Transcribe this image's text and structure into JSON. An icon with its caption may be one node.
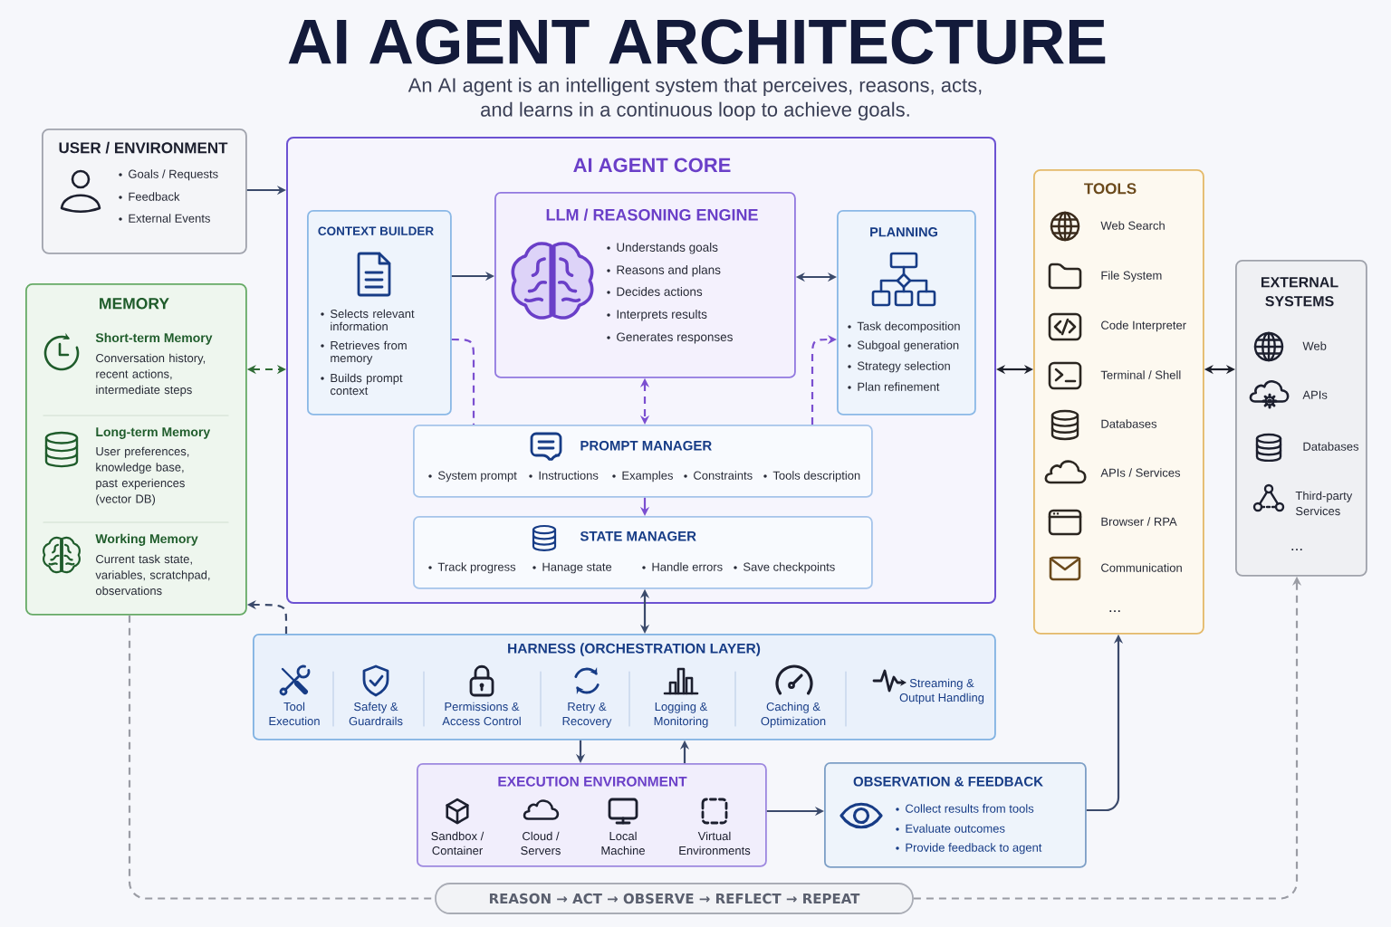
{
  "diagram": {
    "title": "AI AGENT ARCHITECTURE",
    "nodes": [
      {
        "text": [
          "USER / ENVIRONMENT",
          "Goals / Requests",
          "Feedback",
          "External Events"
        ]
      },
      {
        "text": [
          "MEMORY",
          "Short-term Memory",
          "Conversation history, recent actions, intermediate steps",
          "Long-term Memory",
          "User preferences, knowledge base, past experiences (vector DB)",
          "Working Memory",
          "Current task state, variables, scratchpad, observations"
        ]
      },
      {
        "text": [
          "AI AGENT CORE"
        ]
      },
      {
        "text": [
          "CONTEXT BUILDER",
          "Selects relevant information",
          "Retrieves from memory",
          "Builds prompt context"
        ],
        "in": 2
      },
      {
        "text": [
          "LLM / REASONING ENGINE",
          "Understands goals",
          "Reasons and plans",
          "Decides actions",
          "Interprets results",
          "Generates responses"
        ],
        "in": 2
      },
      {
        "text": [
          "PLANNING",
          "Task decomposition",
          "Subgoal generation",
          "Strategy selection",
          "Plan refinement"
        ],
        "in": 2
      },
      {
        "text": [
          "PROMPT MANAGER",
          "System prompt",
          "Instructions",
          "Examples",
          "Constraints",
          "Tools description"
        ],
        "in": 2
      },
      {
        "text": [
          "STATE MANAGER",
          "Track progress",
          "Hanage state",
          "Handle errors",
          "Save checkpoints"
        ],
        "in": 2
      },
      {
        "text": [
          "TOOLS",
          "Web Search",
          "File System",
          "Code Interpreter",
          "Terminal / Shell",
          "Databases",
          "APIs / Services",
          "Browser / RPA",
          "Communication",
          "..."
        ]
      },
      {
        "text": [
          "EXTERNAL SYSTEMS",
          "Web",
          "APIs",
          "Databases",
          "Third-party Services",
          "..."
        ]
      },
      {
        "text": [
          "HARNESS (ORCHESTRATION LAYER)",
          "Tool Execution",
          "Safety & Guardrails",
          "Permissions & Access Control",
          "Retry & Recovery",
          "Logging & Monitoring",
          "Caching & Optimization",
          "Streaming & Output Handling"
        ]
      },
      {
        "text": [
          "EXECUTION ENVIRONMENT",
          "Sandbox / Container",
          "Cloud / Servers",
          "Local Machine",
          "Virtual Environments"
        ]
      },
      {
        "text": [
          "OBSERVATION & FEEDBACK",
          "Collect results from tools",
          "Evaluate outcomes",
          "Provide feedback to agent"
        ]
      },
      {
        "text": [
          "REASON → ACT → OBSERVE → REFLECT → REPEAT"
        ]
      }
    ],
    "edges": [
      {
        "from": 0,
        "to": 2,
        "arrow": "to"
      },
      {
        "from": 1,
        "to": 2,
        "arrow": "both",
        "style": "dashed",
        "color": "#2f6b35"
      },
      {
        "from": 3,
        "to": 4,
        "arrow": "to"
      },
      {
        "from": 4,
        "to": 5,
        "arrow": "both"
      },
      {
        "from": 4,
        "to": 6,
        "arrow": "both",
        "style": "dashed",
        "color": "#7b4fd0"
      },
      {
        "from": 3,
        "to": 6,
        "arrow": "none",
        "style": "dashed",
        "color": "#7b4fd0"
      },
      {
        "from": 6,
        "to": 5,
        "arrow": "to",
        "style": "dashed",
        "color": "#7b4fd0"
      },
      {
        "from": 6,
        "to": 7,
        "arrow": "to",
        "color": "#7b4fd0"
      },
      {
        "from": 7,
        "to": 10,
        "arrow": "both"
      },
      {
        "from": 10,
        "to": 11,
        "arrow": "to"
      },
      {
        "from": 11,
        "to": 10,
        "arrow": "to"
      },
      {
        "from": 11,
        "to": 12,
        "arrow": "to"
      },
      {
        "from": 12,
        "to": 8,
        "arrow": "to"
      },
      {
        "from": 2,
        "to": 8,
        "arrow": "both",
        "color": "#1c1f2a"
      },
      {
        "from": 8,
        "to": 9,
        "arrow": "both",
        "color": "#1c1f2a"
      },
      {
        "from": 10,
        "to": 1,
        "arrow": "to",
        "style": "dashed"
      },
      {
        "from": 1,
        "to": 13,
        "arrow": "none",
        "style": "dashed",
        "color": "#9a9ca4"
      },
      {
        "from": 13,
        "to": 9,
        "arrow": "to",
        "style": "dashed",
        "color": "#9a9ca4"
      }
    ],
    "labels": [
      "An AI agent is an intelligent system that perceives, reasons, acts, and learns in a continuous loop to achieve goals."
    ]
  }
}
